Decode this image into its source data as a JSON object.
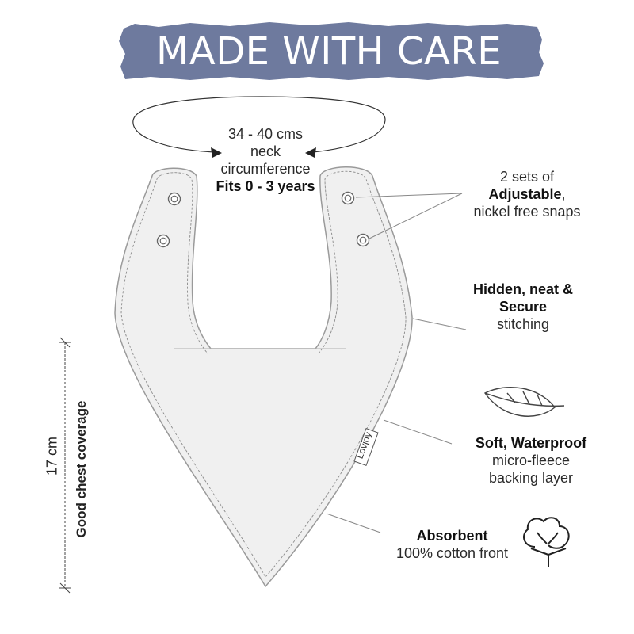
{
  "banner": {
    "title": "MADE WITH CARE",
    "color": "#6e7a9e"
  },
  "neck": {
    "line1": "34 - 40 cms",
    "line2": "neck",
    "line3": "circumference",
    "line4": "Fits 0 - 3 years"
  },
  "snaps": {
    "line1": "2 sets of",
    "line2": "Adjustable",
    "line2_suffix": ",",
    "line3": "nickel free snaps"
  },
  "stitching": {
    "line1": "Hidden, neat &",
    "line2": "Secure",
    "line3": "stitching"
  },
  "backing": {
    "line1": "Soft, Waterproof",
    "line2": "micro-fleece",
    "line3": "backing layer",
    "icon": "leaf-icon"
  },
  "front": {
    "line1": "Absorbent",
    "line2": "100% cotton front",
    "icon": "cotton-flower-icon"
  },
  "measure": {
    "length": "17 cm",
    "coverage": "Good chest coverage"
  },
  "tag": {
    "brand": "Lovjoy"
  },
  "colors": {
    "bib_fill": "#f0f0f0",
    "bib_outline": "#9a9a9a"
  }
}
